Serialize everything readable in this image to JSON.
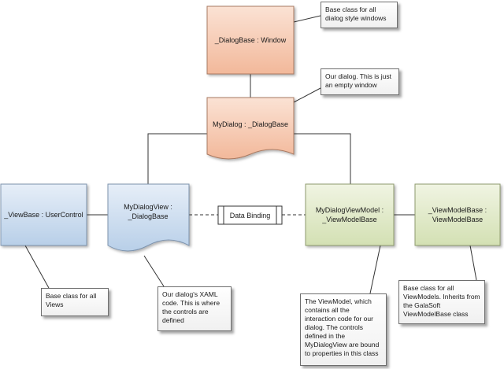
{
  "nodes": {
    "dialog_base": {
      "label": "_DialogBase : Window"
    },
    "my_dialog": {
      "label": "MyDialog : _DialogBase"
    },
    "view_base": {
      "label": "_ViewBase : UserControl"
    },
    "my_dialog_view": {
      "label": "MyDialogView : _DialogBase"
    },
    "data_binding": {
      "label": "Data Binding"
    },
    "my_dialog_view_model": {
      "label": "MyDialogViewModel : _ViewModelBase"
    },
    "view_model_base": {
      "label": "_ViewModelBase : ViewModelBase"
    }
  },
  "notes": {
    "dialog_base_note": "Base class for all dialog style windows",
    "my_dialog_note": "Our dialog. This is just an empty window",
    "view_base_note": "Base class for all Views",
    "my_dialog_view_note": "Our dialog's XAML code. This is where the controls are defined",
    "view_model_note": "The ViewModel, which contains all the interaction code for our dialog. The controls defined in the MyDialogView are bound to properties in this class",
    "view_model_base_note": "Base class for all ViewModels. Inherits from the GalaSoft ViewModelBase class"
  },
  "colors": {
    "orange_top": "#fbe2d4",
    "orange_bottom": "#f2b89a",
    "orange_stroke": "#a97a62",
    "blue_top": "#e6eef8",
    "blue_bottom": "#b8cfe8",
    "blue_stroke": "#7d93ad",
    "green_top": "#f0f4e2",
    "green_bottom": "#d3e0b3",
    "green_stroke": "#8e9b6e",
    "line": "#333333"
  }
}
